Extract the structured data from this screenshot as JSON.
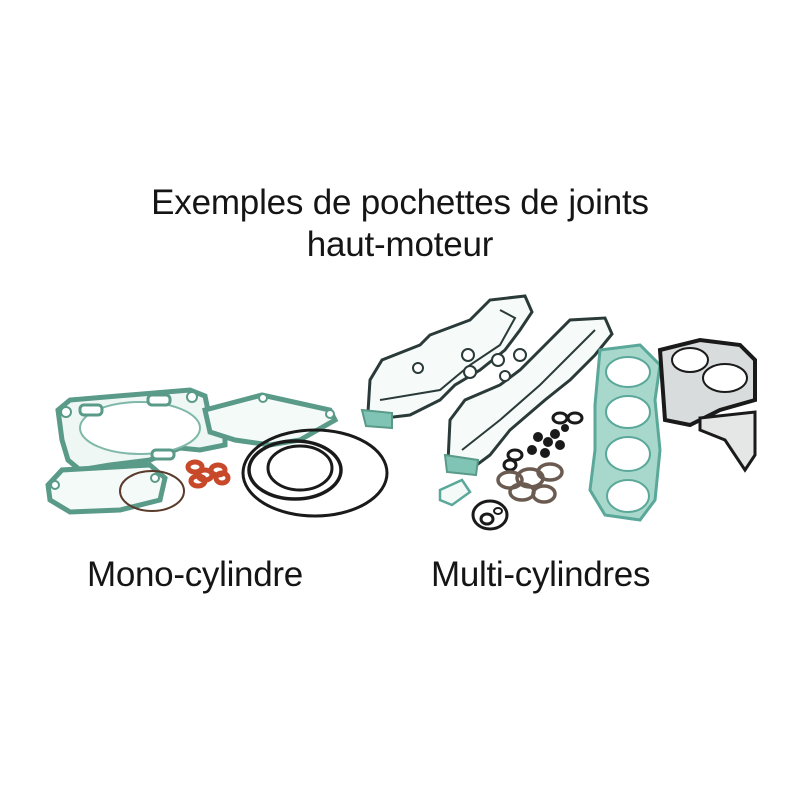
{
  "title": {
    "line1": "Exemples de pochettes de joints",
    "line2": "haut-moteur"
  },
  "captions": {
    "mono": "Mono-cylindre",
    "multi": "Multi-cylindres"
  },
  "colors": {
    "gasket_green": "#5aa89a",
    "gasket_light": "#9fd2c6",
    "oring_black": "#1a1a1a",
    "oring_red": "#c8482a",
    "text": "#151515",
    "background": "#ffffff"
  }
}
